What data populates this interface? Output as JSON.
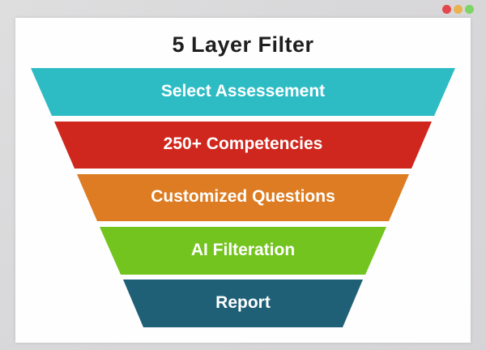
{
  "window": {
    "controls": [
      {
        "name": "close",
        "color": "#e2474b"
      },
      {
        "name": "minimize",
        "color": "#eab24e"
      },
      {
        "name": "maximize",
        "color": "#7ed465"
      }
    ]
  },
  "title": "5 Layer Filter",
  "funnel": {
    "type": "funnel",
    "layers": [
      {
        "label": "Select Assessement",
        "color": "#2ebcc4"
      },
      {
        "label": "250+ Competencies",
        "color": "#cf271e"
      },
      {
        "label": "Customized Questions",
        "color": "#dd7c22"
      },
      {
        "label": "AI Filteration",
        "color": "#74c41f"
      },
      {
        "label": "Report",
        "color": "#1f6077"
      }
    ]
  },
  "colors": {
    "background": "#d8d7d9",
    "card": "#fefefe",
    "title_text": "#1e1e1e",
    "layer_text": "#ffffff"
  }
}
